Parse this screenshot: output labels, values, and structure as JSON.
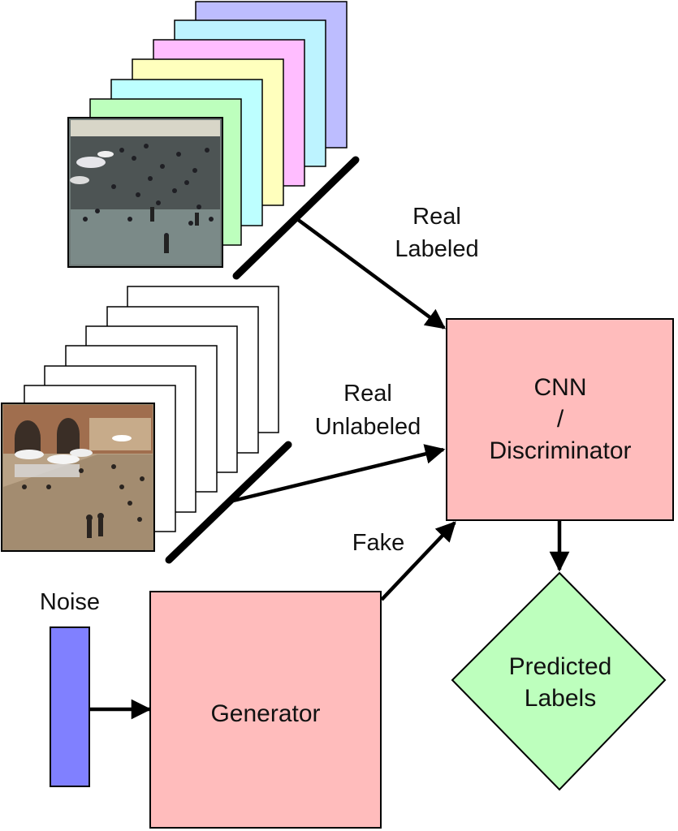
{
  "labels": {
    "real_labeled_1": "Real",
    "real_labeled_2": "Labeled",
    "real_unlabeled_1": "Real",
    "real_unlabeled_2": "Unlabeled",
    "fake": "Fake",
    "noise": "Noise"
  },
  "boxes": {
    "cnn_line1": "CNN",
    "cnn_line2": "/",
    "cnn_line3": "Discriminator",
    "generator": "Generator",
    "predicted_line1": "Predicted",
    "predicted_line2": "Labels"
  },
  "colors": {
    "box_fill": "#ffbcbc",
    "noise_fill": "#8080ff",
    "diamond_fill": "#bdffbd",
    "frame_colors": [
      "#bdbdff",
      "#bdf3ff",
      "#ffbdff",
      "#ffffbd",
      "#bdffff",
      "#bdffbd"
    ],
    "stroke": "#000000"
  },
  "icons": {
    "labeled_stack": "labeled-image-stack-icon",
    "unlabeled_stack": "unlabeled-image-stack-icon",
    "labeled_photo": "crowd-photo-labeled",
    "unlabeled_photo": "crowd-photo-unlabeled"
  }
}
